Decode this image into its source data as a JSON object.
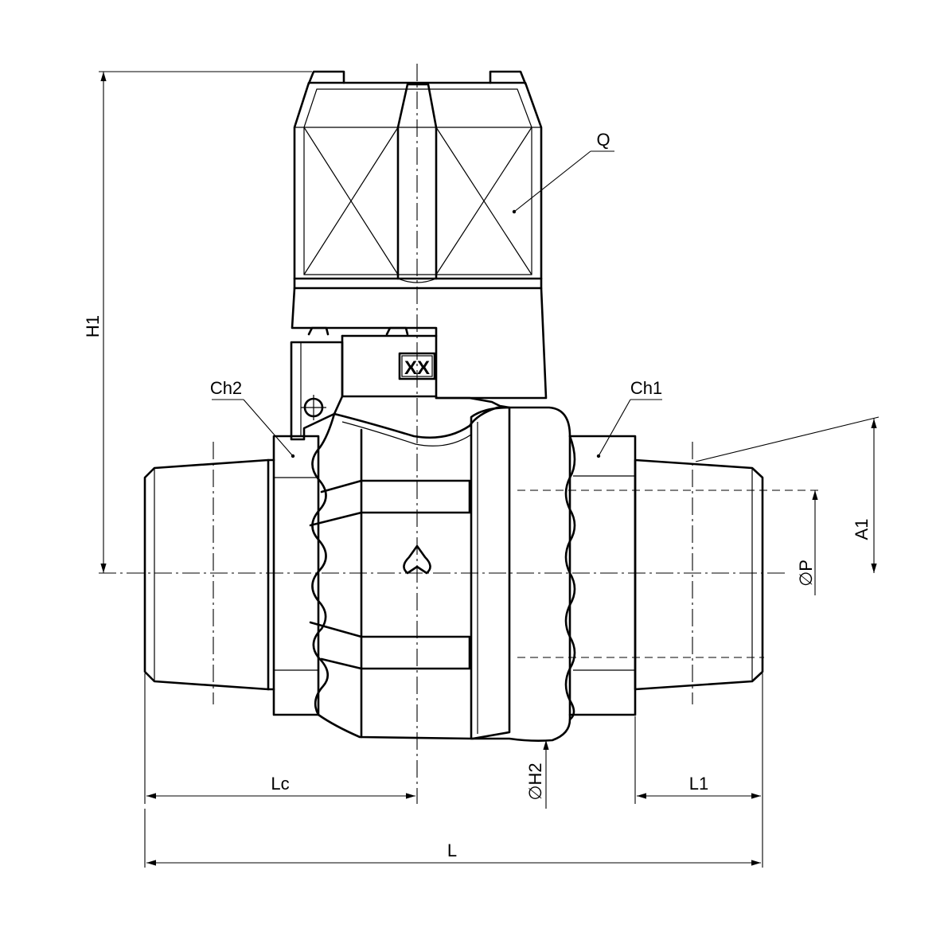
{
  "labels": {
    "q": "Q",
    "ch1": "Ch1",
    "ch2": "Ch2",
    "h1": "H1",
    "a1": "A1",
    "p": "∅P",
    "h2": "∅H2",
    "lc": "Lc",
    "l1": "L1",
    "l": "L",
    "marking": "XX"
  }
}
